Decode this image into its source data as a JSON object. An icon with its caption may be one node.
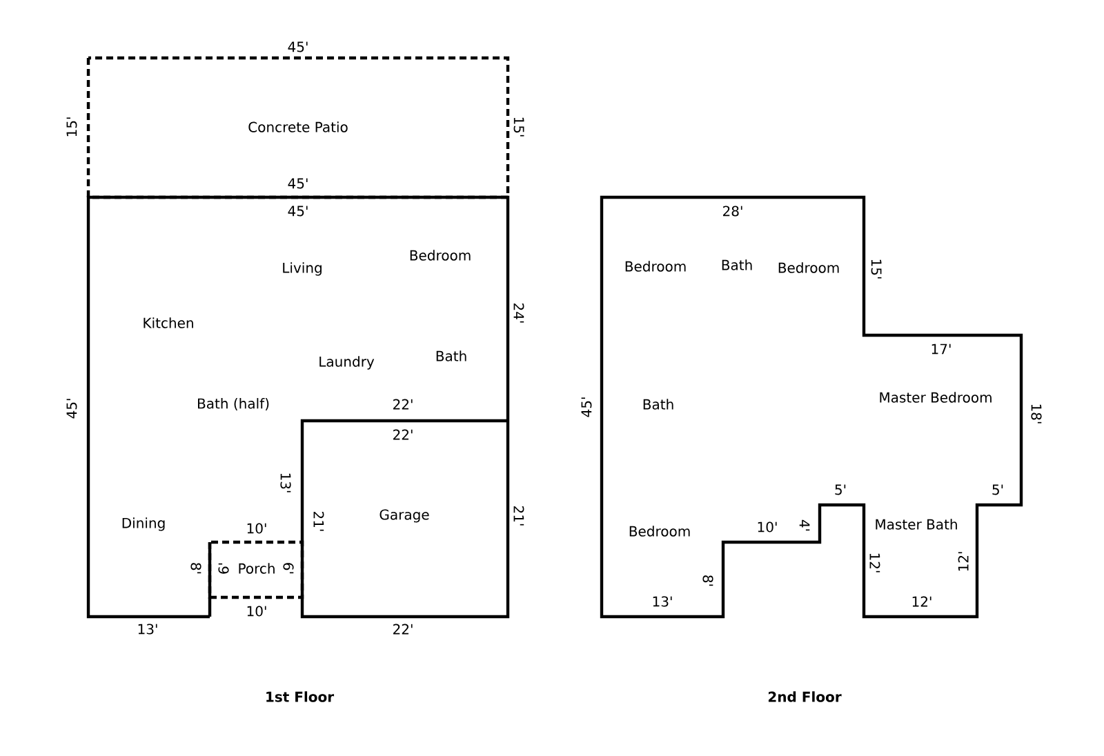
{
  "diagram": {
    "nodes": [
      {
        "text": [
          "Concrete Patio"
        ]
      },
      {
        "text": [
          "Porch"
        ]
      }
    ],
    "edges": [],
    "labels": [
      "45'",
      "15'",
      "15'",
      "45'",
      "45'",
      "Living",
      "Bedroom",
      "Kitchen",
      "24'",
      "Laundry",
      "Bath",
      "45'",
      "Bath (half)",
      "22'",
      "22'",
      "13'",
      "Dining",
      "10'",
      "21'",
      "Garage",
      "21'",
      "8'",
      "6'",
      "6'",
      "10'",
      "13'",
      "22'",
      "28'",
      "Bedroom",
      "Bath",
      "Bedroom",
      "15'",
      "17'",
      "45'",
      "Bath",
      "Master Bedroom",
      "18'",
      "5'",
      "5'",
      "Bedroom",
      "10'",
      "4'",
      "Master Bath",
      "8'",
      "12'",
      "12'",
      "13'",
      "12'",
      "1st Floor",
      "2nd Floor"
    ]
  }
}
